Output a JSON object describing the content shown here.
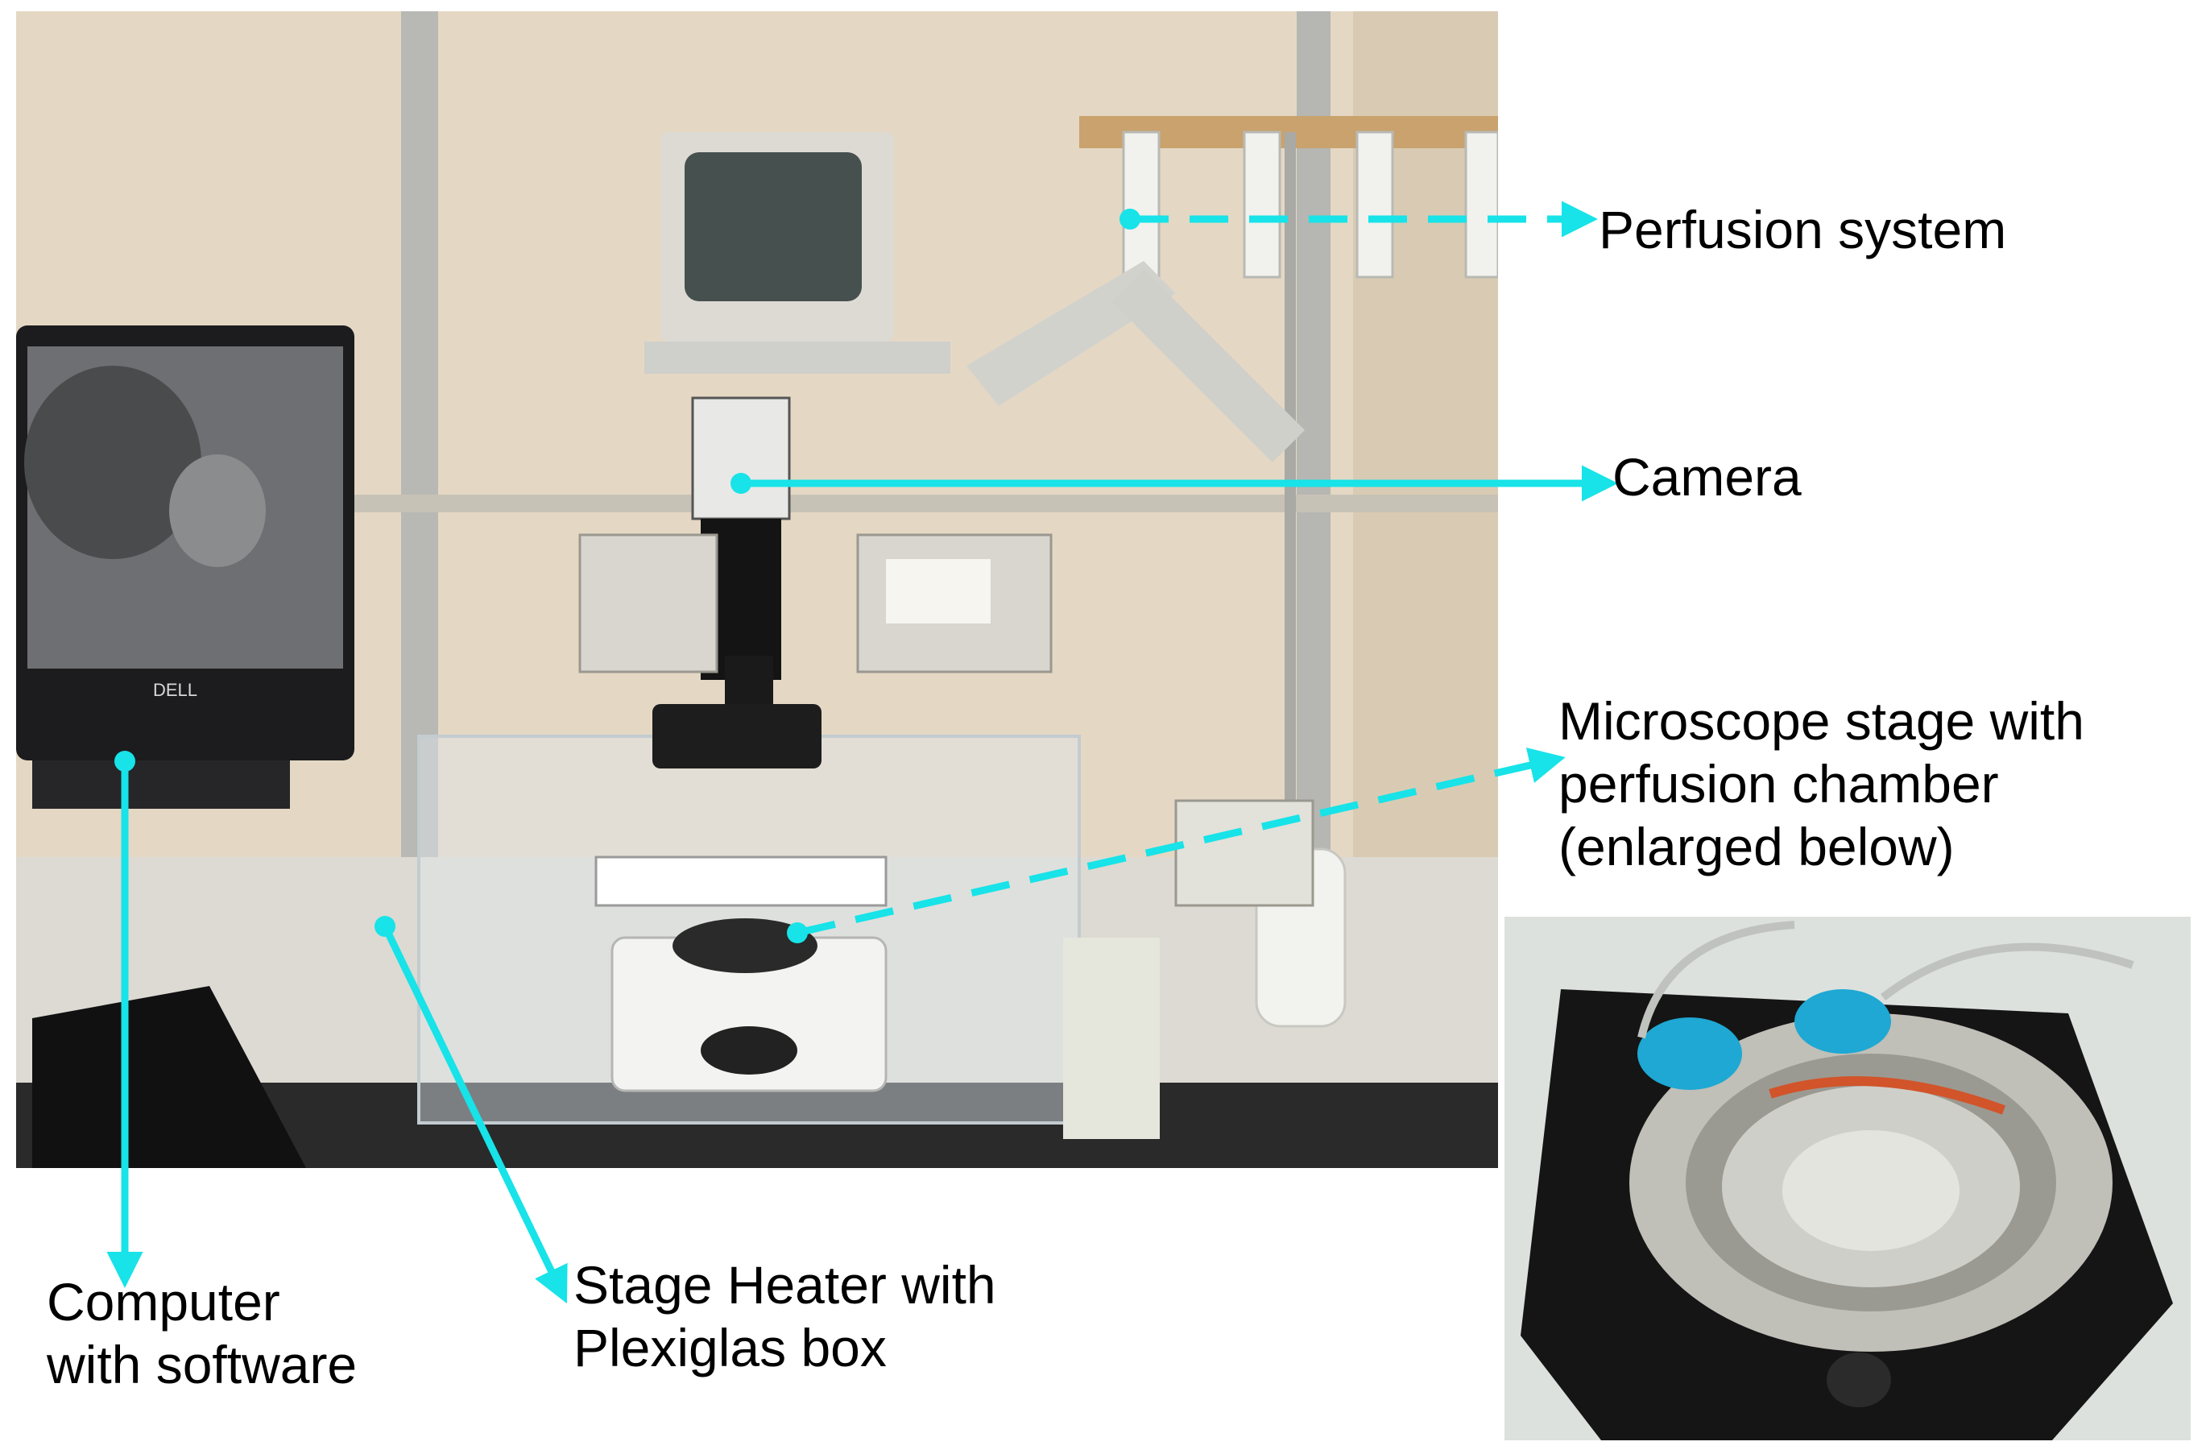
{
  "annotations": {
    "perfusion": "Perfusion system",
    "camera": "Camera",
    "stage_line1": "Microscope stage with",
    "stage_line2": "perfusion chamber",
    "stage_line3": "(enlarged below)",
    "computer_line1": "Computer",
    "computer_line2": "with software",
    "heater_line1": "Stage Heater with",
    "heater_line2": "Plexiglas box"
  },
  "monitor_brand": "DELL",
  "colors": {
    "pointer": "#17e3e8",
    "text": "#000000"
  }
}
